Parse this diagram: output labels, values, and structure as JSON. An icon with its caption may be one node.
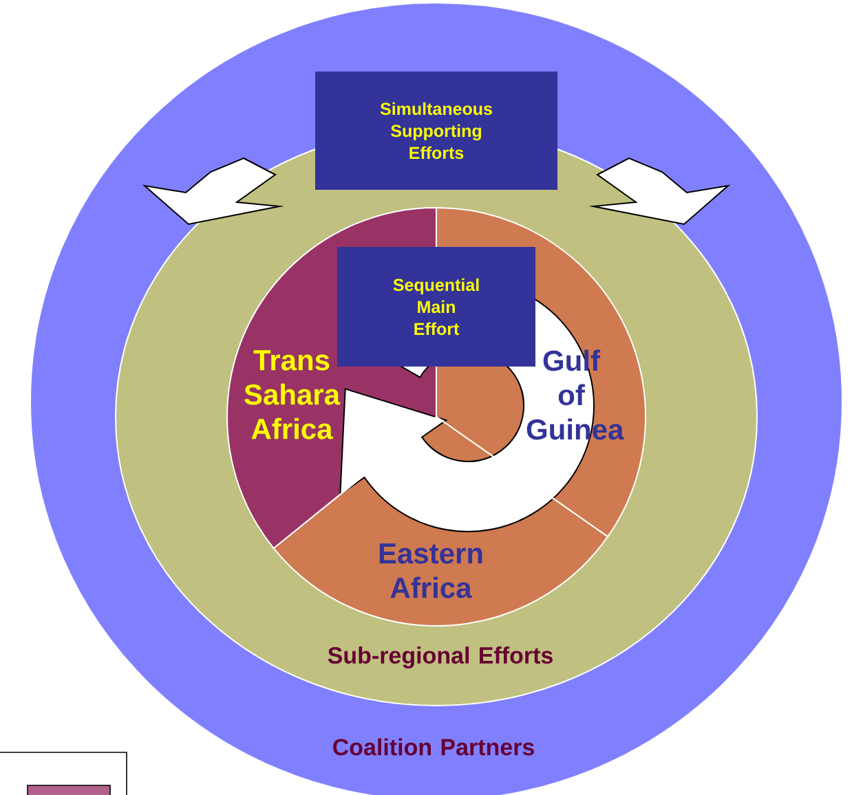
{
  "diagram": {
    "nodes": [
      {
        "text": [
          "Coalition Partners"
        ]
      },
      {
        "text": [
          "Sub-regional Efforts"
        ],
        "in": 0
      },
      {
        "text": [
          "Trans Sahara Africa"
        ],
        "in": 1
      },
      {
        "text": [
          "Gulf of Guinea"
        ],
        "in": 1
      },
      {
        "text": [
          "Eastern Africa"
        ],
        "in": 1
      },
      {
        "text": [
          "Simultaneous Supporting Efforts"
        ],
        "in": 0
      },
      {
        "text": [
          "Sequential Main Effort"
        ],
        "in": 1
      }
    ]
  }
}
